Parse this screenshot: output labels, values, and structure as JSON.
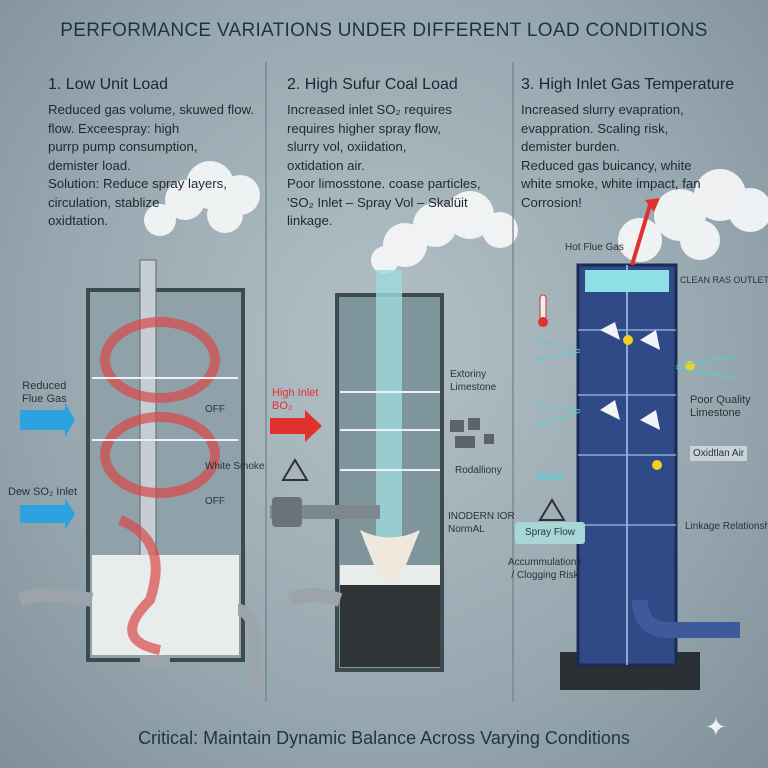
{
  "title": "PERFORMANCE VARIATIONS UNDER DIFFERENT LOAD CONDITIONS",
  "panels": [
    {
      "heading": "1. Low Unit Load",
      "lines": [
        "Reduced gas volume, skuwed flow.",
        "flow. Exceespray: high",
        "purrp pump consumption,",
        "demister load.",
        "Solution: Reduce spray layers,",
        "circulation, stablize",
        "oxidtation."
      ],
      "labels": {
        "reduced_flue_gas_1": "Reduced",
        "reduced_flue_gas_2": "Flue Gas",
        "dew_so2_inlet": "Dew SO₂ Inlet",
        "off_top": "OFF",
        "white_smoke": "White Smoke",
        "off_bottom": "OFF"
      }
    },
    {
      "heading": "2. High Sufur Coal Load",
      "lines": [
        "Increased inlet SO₂ requires",
        "requires higher spray flow,",
        "slurry vol, oxiidation,",
        "oxtidation air.",
        "Poor limosstone. coase particles,",
        "'SO₂ Inlet – Spray Vol – Skalüit",
        "linkage."
      ],
      "labels": {
        "high_inlet_1": "High Inlet",
        "high_inlet_2": "BO₂",
        "extoriny_1": "Extoriny",
        "extoriny_2": "Limestone",
        "rodalliony": "Rodalliony",
        "inodern_1": "INODERN IOR",
        "inodern_2": "NormAL"
      }
    },
    {
      "heading": "3. High Inlet Gas Temperature",
      "lines": [
        "Increased slurry evapration,",
        "evappration. Scaling risk,",
        "demister burden.",
        "Reduced gas buicancy, white",
        "white smoke, white impact, fan",
        "Corrosion!"
      ],
      "labels": {
        "hot_flue_gas": "Hot Flue Gas",
        "clean_outlet": "CLEAN RAS OUTLET",
        "poor_quality_1": "Poor Quality",
        "poor_quality_2": "Limestone",
        "oxidation_air": "Oxidtlan Air",
        "spray": "Spray",
        "spray_flow": "Spray Flow",
        "linkage": "Linkage Relationship",
        "accum_1": "Accummulation /",
        "accum_2": "/ Clogging Risk"
      }
    }
  ],
  "footer": "Critical:  Maintain Dynamic Balance Across Varying Conditions",
  "colors": {
    "accent_red": "#e0322c",
    "accent_blue": "#2aa3e0",
    "spray_cyan": "#4fd0d8",
    "tower_blue": "#2f4a86"
  }
}
